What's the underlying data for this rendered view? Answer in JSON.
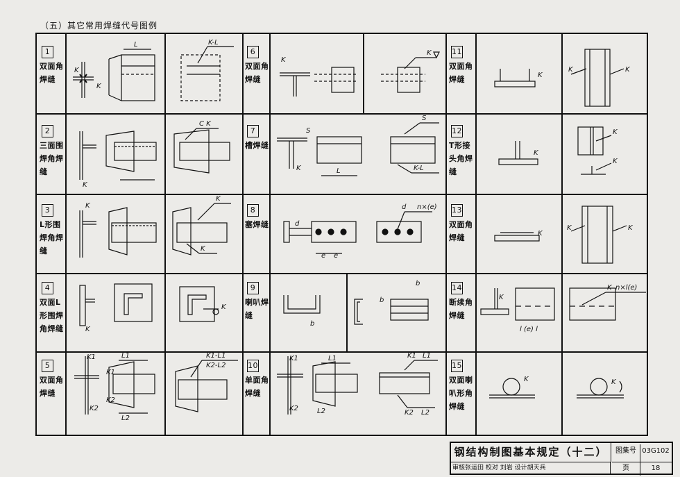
{
  "caption": "（五）其它常用焊缝代号图例",
  "cells": [
    {
      "num": "1",
      "name": "双面角焊缝"
    },
    {
      "num": "6",
      "name": "双面角焊缝"
    },
    {
      "num": "11",
      "name": "双面角焊缝"
    },
    {
      "num": "2",
      "name": "三面围焊角焊缝"
    },
    {
      "num": "7",
      "name": "槽焊缝"
    },
    {
      "num": "12",
      "name": "T形接头角焊缝"
    },
    {
      "num": "3",
      "name": "L形围焊角焊缝"
    },
    {
      "num": "8",
      "name": "塞焊缝"
    },
    {
      "num": "13",
      "name": "双面角焊缝"
    },
    {
      "num": "4",
      "name": "双面L形围焊角焊缝"
    },
    {
      "num": "9",
      "name": "喇叭焊缝"
    },
    {
      "num": "14",
      "name": "断续角焊缝"
    },
    {
      "num": "5",
      "name": "双面角焊缝"
    },
    {
      "num": "10",
      "name": "单面角焊缝"
    },
    {
      "num": "15",
      "name": "双面喇叭形角焊缝"
    }
  ],
  "annotations": {
    "k": "K",
    "l": "L",
    "k_minus_l": "K-L",
    "c_k": "C K",
    "s": "S",
    "d": "d",
    "n_e": "n×(e)",
    "e": "e",
    "b": "b",
    "n_l_e": "n×l(e)",
    "l_e_l": "l (e) l",
    "k1": "K1",
    "k2": "K2",
    "l1": "L1",
    "l2": "L2",
    "k1_l1": "K1-L1",
    "k2_l2": "K2-L2"
  },
  "titleblock": {
    "title": "钢结构制图基本规定（十二）",
    "atlas_label": "图集号",
    "atlas_no": "03G102",
    "page_label": "页",
    "page_no": "18",
    "signatures": "审核张运田  校对 刘岩  设计胡天兵"
  }
}
